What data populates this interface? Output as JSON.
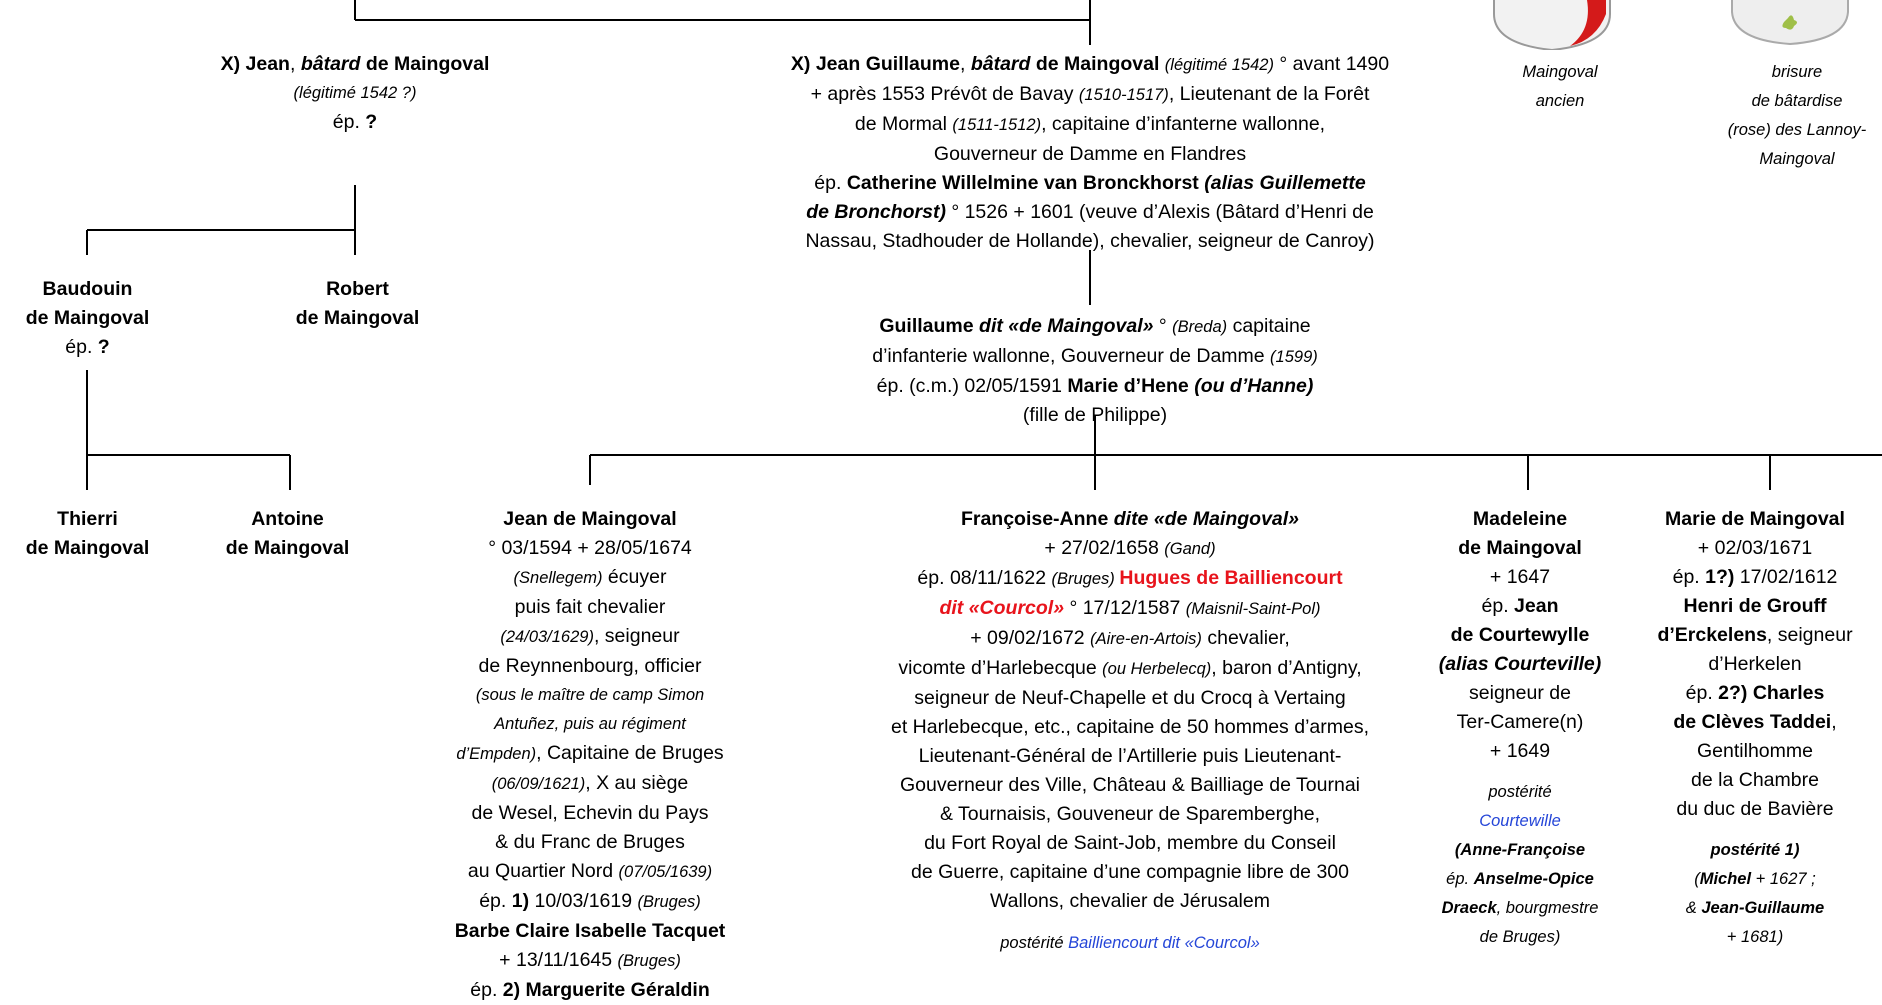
{
  "colors": {
    "line": "#000000",
    "highlight": "#e8141c",
    "link": "#2546d8"
  },
  "arms": [
    {
      "caption_1": "Maingoval",
      "caption_2": "ancien"
    },
    {
      "caption_1": "brisure",
      "caption_2": "de bâtardise",
      "caption_3": "(rose) des Lannoy-",
      "caption_4": "Maingoval"
    }
  ],
  "jean": {
    "prefix": "X) Jean",
    "sep": ", ",
    "epithet": "bâtard",
    "rest": " de Maingoval",
    "note": "(légitimé 1542 ?)",
    "ep_label": "ép. ",
    "spouse": "?"
  },
  "jg": {
    "l1_name": "X) Jean Guillaume",
    "l1_sep": ", ",
    "l1_epithet": "bâtard",
    "l1_rest": " de Maingoval ",
    "l1_note": "(légitimé 1542)",
    "l1_tail": " ° avant 1490",
    "l2_a": "+ après 1553 Prévôt de Bavay ",
    "l2_note": "(1510-1517)",
    "l2_b": ", Lieutenant de la Forêt",
    "l3_a": "de Mormal ",
    "l3_note": "(1511-1512)",
    "l3_b": ", capitaine d’infanterne wallonne,",
    "l4": "Gouverneur de Damme en Flandres",
    "l5_ep": "ép. ",
    "l5_name": "Catherine Willelmine van Bronckhorst ",
    "l5_alias": "(alias Guillemette",
    "l6_alias": "de Bronchorst)",
    "l6_b": " ° 1526 + 1601 (veuve d’Alexis (Bâtard d’Henri de",
    "l7": "Nassau, Stadhouder de Hollande), chevalier, seigneur de Canroy)"
  },
  "baudouin": {
    "l1": "Baudouin",
    "l2": "de Maingoval",
    "ep_label": "ép. ",
    "spouse": "?"
  },
  "robert": {
    "l1": "Robert",
    "l2": "de Maingoval"
  },
  "guillaume": {
    "l1_name": "Guillaume ",
    "l1_dit": "dit «de Maingoval»",
    "l1_b": " ° ",
    "l1_place": "(Breda)",
    "l1_c": " capitaine",
    "l2_a": "d’infanterie wallonne, Gouverneur de Damme ",
    "l2_note": "(1599)",
    "l3_a": "ép. (c.m.) 02/05/1591 ",
    "l3_name": "Marie d’Hene ",
    "l3_alias": "(ou d’Hanne)",
    "l4": "(fille de Philippe)"
  },
  "thierri": {
    "l1": "Thierri",
    "l2": "de Maingoval"
  },
  "antoine": {
    "l1": "Antoine",
    "l2": "de Maingoval"
  },
  "jean2": {
    "l1": "Jean de Maingoval",
    "l2": "° 03/1594 + 28/05/1674",
    "l3_place": "(Snellegem)",
    "l3_b": " écuyer",
    "l4": "puis fait chevalier",
    "l5_date": "(24/03/1629)",
    "l5_b": ", seigneur",
    "l6": "de Reynnenbourg, officier",
    "l7": "(sous le maître de camp Simon",
    "l8": "Antuñez, puis au régiment",
    "l9_note": "d’Empden)",
    "l9_b": ", Capitaine de Bruges",
    "l10_date": "(06/09/1621)",
    "l10_b": ", X au siège",
    "l11": "de Wesel, Echevin du Pays",
    "l12": "& du Franc de Bruges",
    "l13_a": "au Quartier Nord ",
    "l13_date": "(07/05/1639)",
    "l14_a": "ép. ",
    "l14_num": "1)",
    "l14_b": " 10/03/1619 ",
    "l14_place": "(Bruges)",
    "l15": "Barbe Claire Isabelle Tacquet",
    "l16_a": "+ 13/11/1645 ",
    "l16_place": "(Bruges)",
    "l17_a": "ép. ",
    "l17_name": "2) Marguerite Géraldin"
  },
  "fa": {
    "l1_name": "Françoise-Anne ",
    "l1_dit": "dite «de Maingoval»",
    "l2_a": "+ 27/02/1658 ",
    "l2_place": "(Gand)",
    "l3_a": "ép. 08/11/1622 ",
    "l3_place": "(Bruges) ",
    "l3_name": "Hugues de Bailliencourt",
    "l4_dit": "dit «Courcol»",
    "l4_b": " ° 17/12/1587 ",
    "l4_place": "(Maisnil-Saint-Pol)",
    "l5_a": "+ 09/02/1672 ",
    "l5_place": "(Aire-en-Artois)",
    "l5_b": " chevalier,",
    "l6_a": "vicomte d’Harlebecque ",
    "l6_note": "(ou Herbelecq)",
    "l6_b": ", baron d’Antigny,",
    "l7": "seigneur de Neuf-Chapelle et du Crocq à Vertaing",
    "l8": "et Harlebecque, etc., capitaine de 50 hommes d’armes,",
    "l9": "Lieutenant-Général de l’Artillerie puis Lieutenant-",
    "l10": "Gouverneur des Ville, Château & Bailliage de Tournai",
    "l11": "& Tournaisis, Gouveneur de Sparemberghe,",
    "l12": "du Fort Royal de Saint-Job, membre du Conseil",
    "l13": "de Guerre, capitaine d’une compagnie libre de 300",
    "l14": "Wallons, chevalier de Jérusalem",
    "post_label": "postérité ",
    "post_link": "Bailliencourt dit «Courcol»"
  },
  "madeleine": {
    "l1": "Madeleine",
    "l2": "de Maingoval",
    "l3": "+ 1647",
    "l4_a": "ép. ",
    "l4_name": "Jean",
    "l5": "de Courtewylle",
    "l6": "(alias Courteville)",
    "l7": "seigneur de",
    "l8": "Ter-Camere(n)",
    "l9": "+ 1649",
    "post_label": "postérité",
    "post_link": "Courtewille",
    "p3": "(Anne-Françoise",
    "p4_a": "ép. ",
    "p4_name": "Anselme-Opice",
    "p5_name": "Draeck",
    "p5_b": ", bourgmestre",
    "p6": "de Bruges)"
  },
  "marie": {
    "l1": "Marie de Maingoval",
    "l2": "+ 02/03/1671",
    "l3_a": "ép. ",
    "l3_num": "1?)",
    "l3_b": " 17/02/1612",
    "l4": "Henri de Grouff",
    "l5_name": "d’Erckelens",
    "l5_b": ", seigneur",
    "l6": "d’Herkelen",
    "l7_a": "ép. ",
    "l7_name": "2?) Charles",
    "l8_name": "de Clèves Taddei",
    "l8_b": ",",
    "l9": "Gentilhomme",
    "l10": "de la Chambre",
    "l11": "du duc de Bavière",
    "p1": "postérité 1)",
    "p2_a": "(",
    "p2_name": "Michel",
    "p2_b": " + 1627 ;",
    "p3_a": "& ",
    "p3_name": "Jean-Guillaume",
    "p4": "+ 1681)"
  }
}
